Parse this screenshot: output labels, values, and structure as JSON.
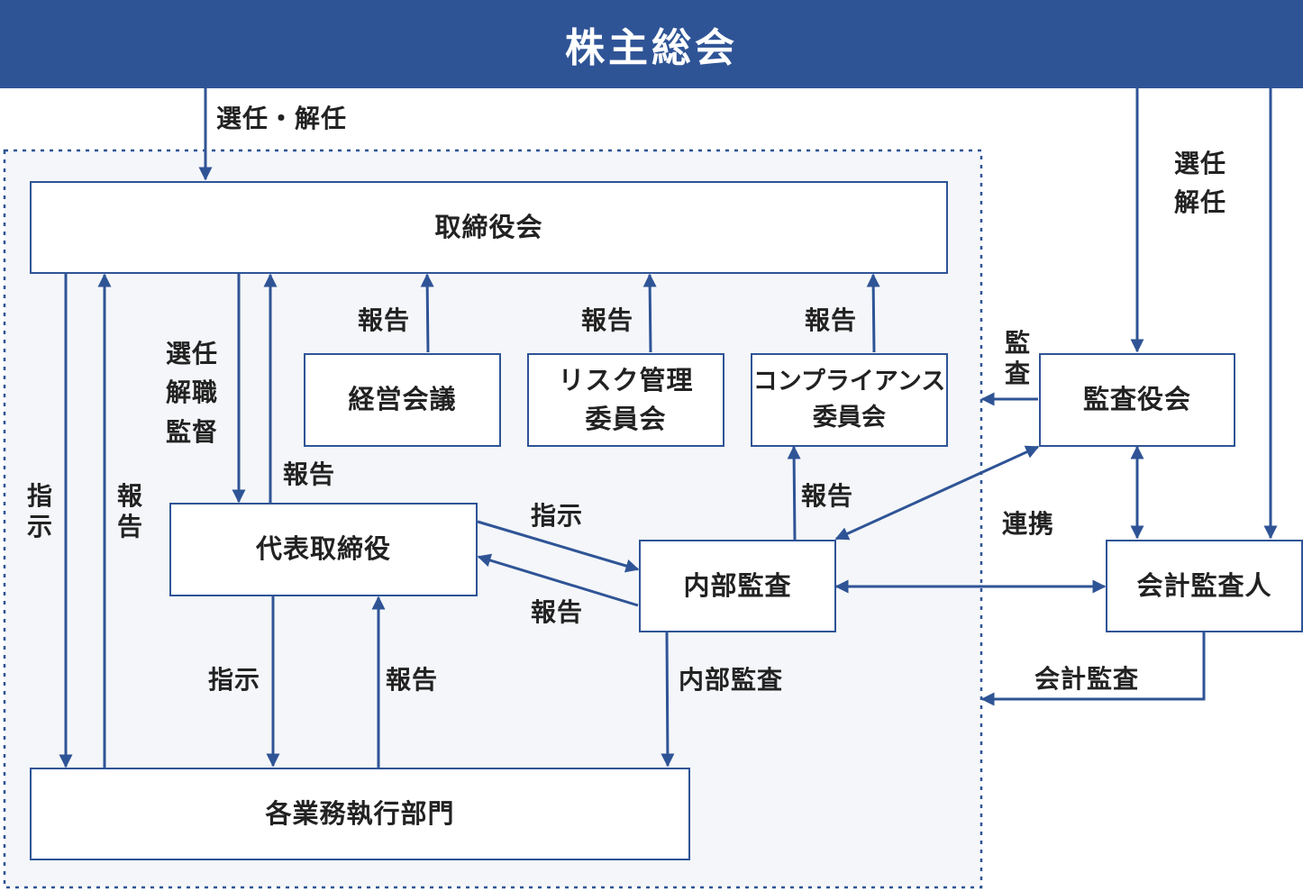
{
  "colors": {
    "primary": "#2f5496",
    "region_fill": "#f4f6f9"
  },
  "header": {
    "title": "株主総会"
  },
  "boxes": {
    "board": "取締役会",
    "management_meeting": "経営会議",
    "risk_committee": "リスク管理\n委員会",
    "compliance_committee": "コンプライアンス\n委員会",
    "audit_board": "監査役会",
    "representative_director": "代表取締役",
    "internal_audit": "内部監査",
    "accounting_auditor": "会計監査人",
    "business_divisions": "各業務執行部門"
  },
  "labels": {
    "appoint_dismiss_board": "選任・解任",
    "appoint_dismiss_auditors": "選任\n解任",
    "board_to_rep": "選任\n解職\n監督",
    "rep_to_board_report": "報告",
    "mgmt_report": "報告",
    "risk_report": "報告",
    "compliance_report": "報告",
    "board_instruct_div": "指示",
    "div_report_board": "報告",
    "rep_instruct_audit": "指示",
    "audit_report_rep": "報告",
    "audit_report_compliance": "報告",
    "rep_instruct_div": "指示",
    "div_report_rep": "報告",
    "internal_audit_div": "内部監査",
    "audit_board_audit": "監査",
    "collaboration": "連携",
    "accounting_audit": "会計監査"
  }
}
